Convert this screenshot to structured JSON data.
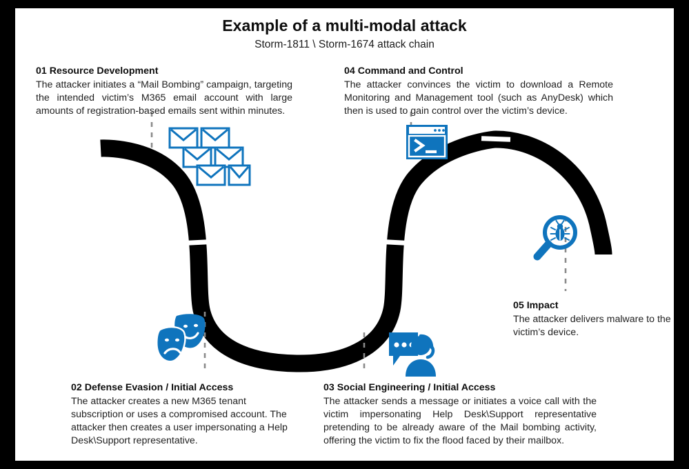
{
  "header": {
    "title": "Example of a multi-modal attack",
    "subtitle": "Storm-1811 \\ Storm-1674 attack chain"
  },
  "theme": {
    "background": "#000000",
    "canvas": "#ffffff",
    "accent_blue": "#0f74bd",
    "path_black": "#000000",
    "dash_gray": "#8a8a8a",
    "text": "#1f1f1f"
  },
  "stages": [
    {
      "id": "01",
      "number": "01",
      "heading": "01 Resource Development",
      "body": "The attacker initiates a “Mail Bombing” campaign, targeting the intended victim’s M365 email account with large amounts of registration-based emails sent within minutes.",
      "icon": "envelopes-icon"
    },
    {
      "id": "02",
      "number": "02",
      "heading": "02 Defense Evasion / Initial Access",
      "body": "The attacker creates a new M365 tenant subscription or uses a compromised account. The attacker then creates a user impersonating a Help Desk\\Support representative.",
      "icon": "theater-masks-icon"
    },
    {
      "id": "03",
      "number": "03",
      "heading": "03 Social Engineering / Initial Access",
      "body": "The attacker sends a message or initiates a voice call with the victim impersonating Help Desk\\Support representative pretending to be already aware of the Mail bombing activity, offering the victim to fix the flood faced by their mailbox.",
      "icon": "support-agent-chat-icon"
    },
    {
      "id": "04",
      "number": "04",
      "heading": "04 Command and Control",
      "body": "The attacker convinces the victim to download a Remote Monitoring and Management tool (such as AnyDesk) which then is used to gain control over the victim’s device.",
      "icon": "terminal-console-icon"
    },
    {
      "id": "05",
      "number": "05",
      "heading": "05 Impact",
      "body": "The attacker delivers malware to the victim’s device.",
      "icon": "magnifier-bug-icon"
    }
  ],
  "diagram": {
    "type": "s-curve-attack-chain",
    "path_segments": 5,
    "connector_count": 5
  }
}
